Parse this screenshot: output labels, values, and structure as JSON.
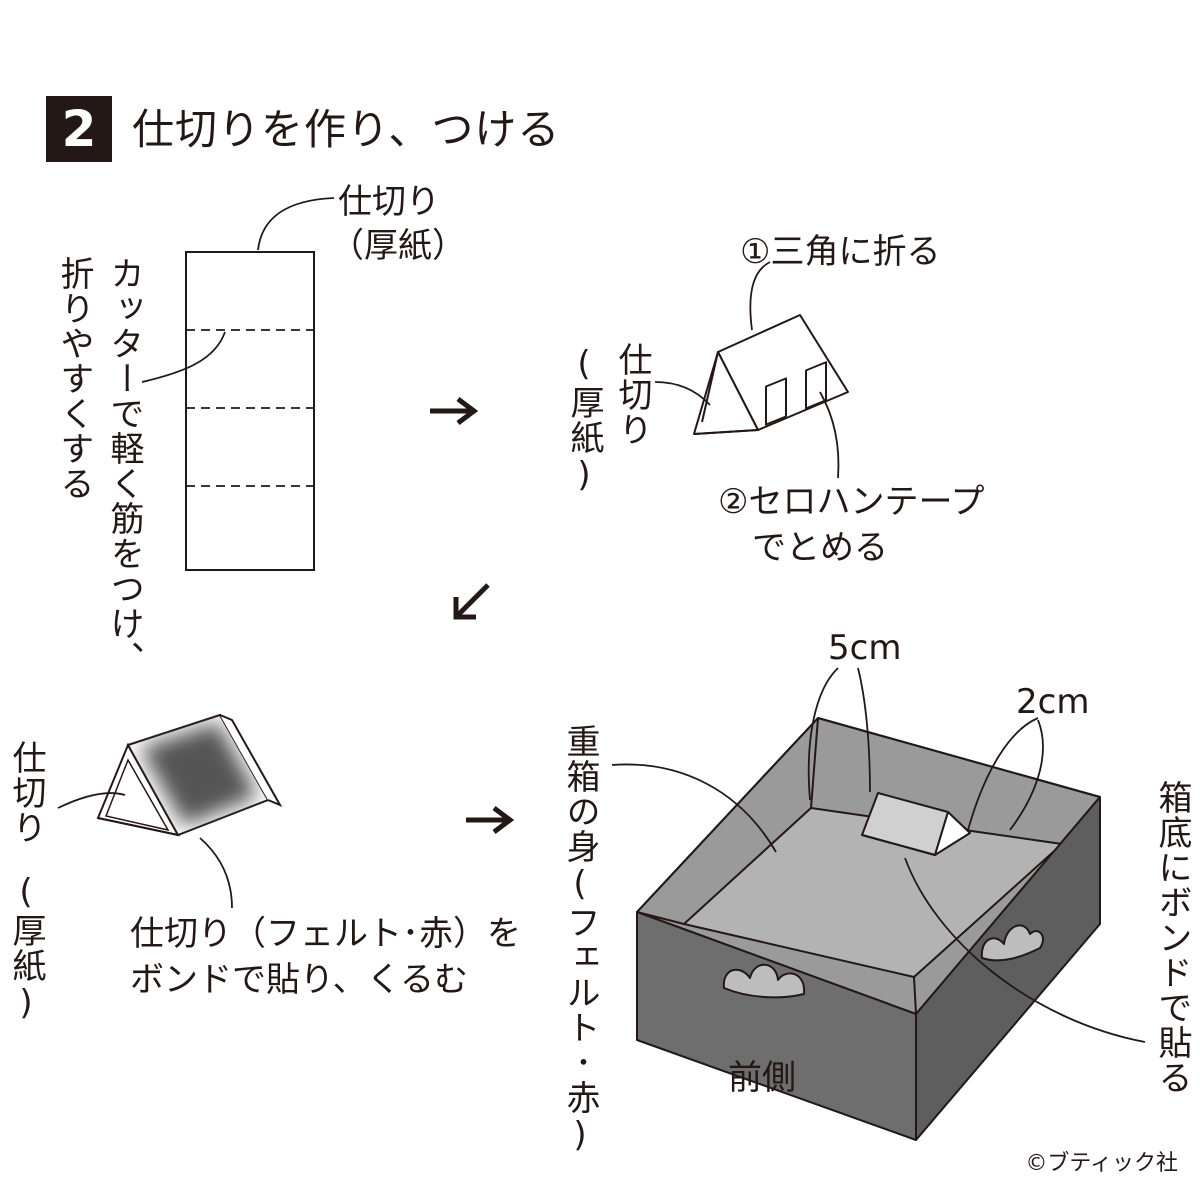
{
  "header": {
    "step_number": "2",
    "title": "仕切りを作り、つける"
  },
  "step_a": {
    "partition_label_line1": "仕切り",
    "partition_label_line2": "（厚紙）",
    "score_note_line1": "カッターで軽く筋をつけ、",
    "score_note_line2": "折りやすくする"
  },
  "step_b": {
    "fold_label": "①三角に折る",
    "partition_label_line1": "仕切り",
    "partition_label_line2": "(厚紙)",
    "tape_label_line1": "②セロハンテープ",
    "tape_label_line2": "でとめる"
  },
  "step_c": {
    "partition_label_line1": "仕切り",
    "partition_label_line2": "(厚紙)",
    "wrap_label_line1": "仕切り（フェルト･赤）を",
    "wrap_label_line2": "ボンドで貼り、くるむ"
  },
  "step_d": {
    "dim_5cm": "5cm",
    "dim_2cm": "2cm",
    "box_body_label": "重箱の身(フェルト･赤)",
    "glue_label": "箱底にボンドで貼る",
    "front_label": "前側"
  },
  "copyright": "©ブティック社",
  "colors": {
    "ink": "#231815",
    "felt_dark": "#6e6e6e",
    "felt_floor": "#b3b3b3",
    "felt_partition": "#d0d0d0"
  },
  "icons": {
    "arrow_right": "arrow-right-icon",
    "arrow_down_left": "arrow-down-left-icon"
  }
}
